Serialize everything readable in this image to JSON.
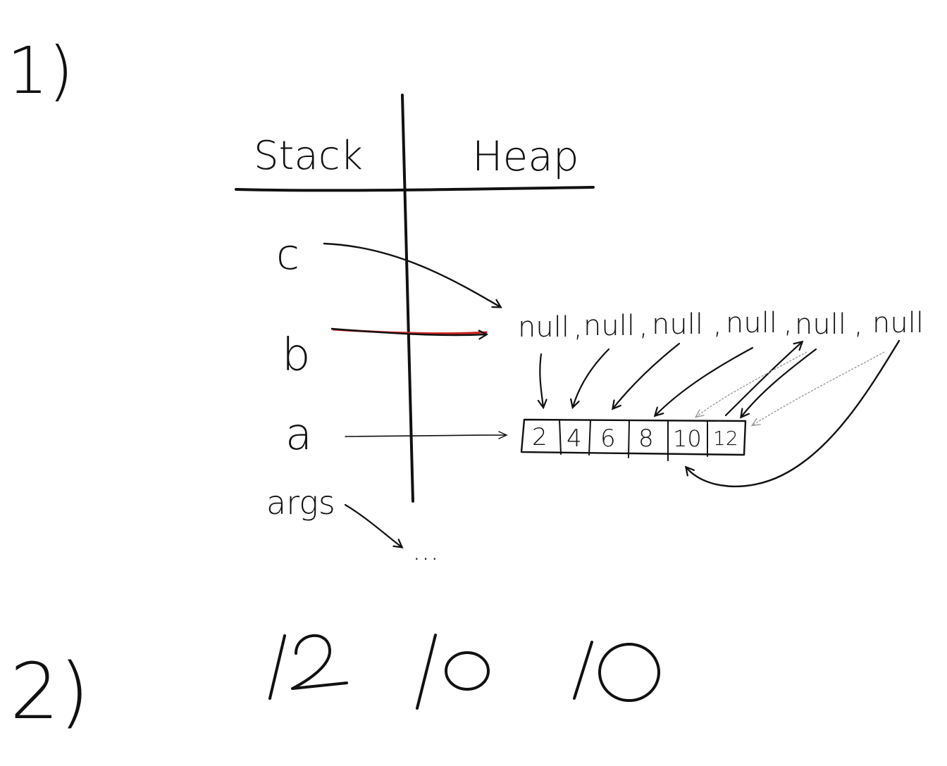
{
  "problem_1": {
    "label": "1)",
    "headers": {
      "stack": "Stack",
      "heap": "Heap"
    },
    "stack_vars": [
      "c",
      "b",
      "a",
      "args"
    ],
    "args_target": "...",
    "null_list": [
      "null",
      "null",
      "null",
      "null",
      "null",
      "null"
    ],
    "array_values": [
      "2",
      "4",
      "6",
      "8",
      "10",
      "12"
    ],
    "colors": {
      "ink": "#111111",
      "highlight": "#cc2222"
    }
  },
  "problem_2": {
    "label": "2)",
    "answers": [
      "12",
      "10",
      "10"
    ]
  }
}
